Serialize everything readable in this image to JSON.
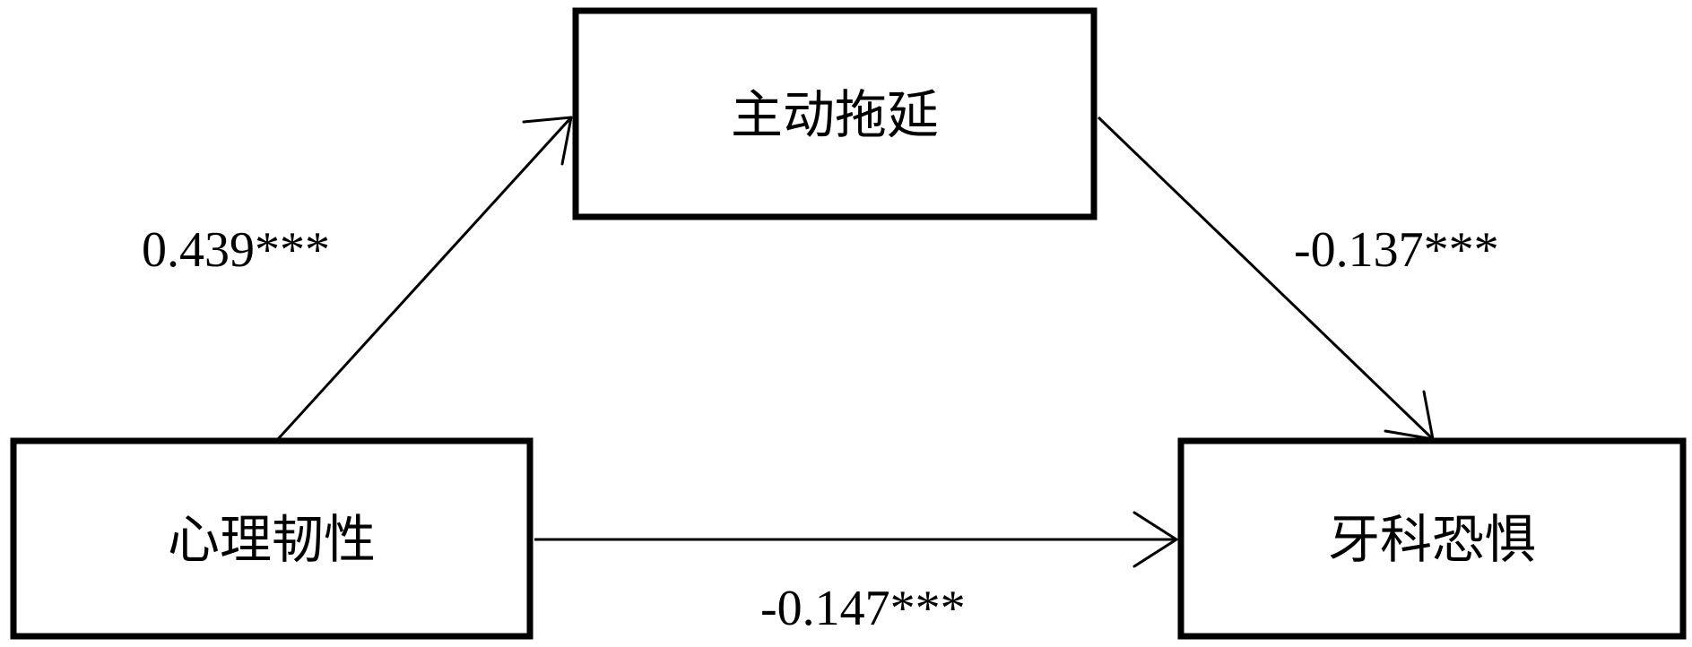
{
  "nodes": {
    "top": {
      "label": "主动拖延"
    },
    "left": {
      "label": "心理韧性"
    },
    "right": {
      "label": "牙科恐惧"
    }
  },
  "edges": {
    "left_to_top": {
      "coefficient": "0.439***"
    },
    "top_to_right": {
      "coefficient": "-0.137***"
    },
    "left_to_right": {
      "coefficient": "-0.147***"
    }
  },
  "colors": {
    "stroke": "#000000",
    "background": "#ffffff"
  }
}
